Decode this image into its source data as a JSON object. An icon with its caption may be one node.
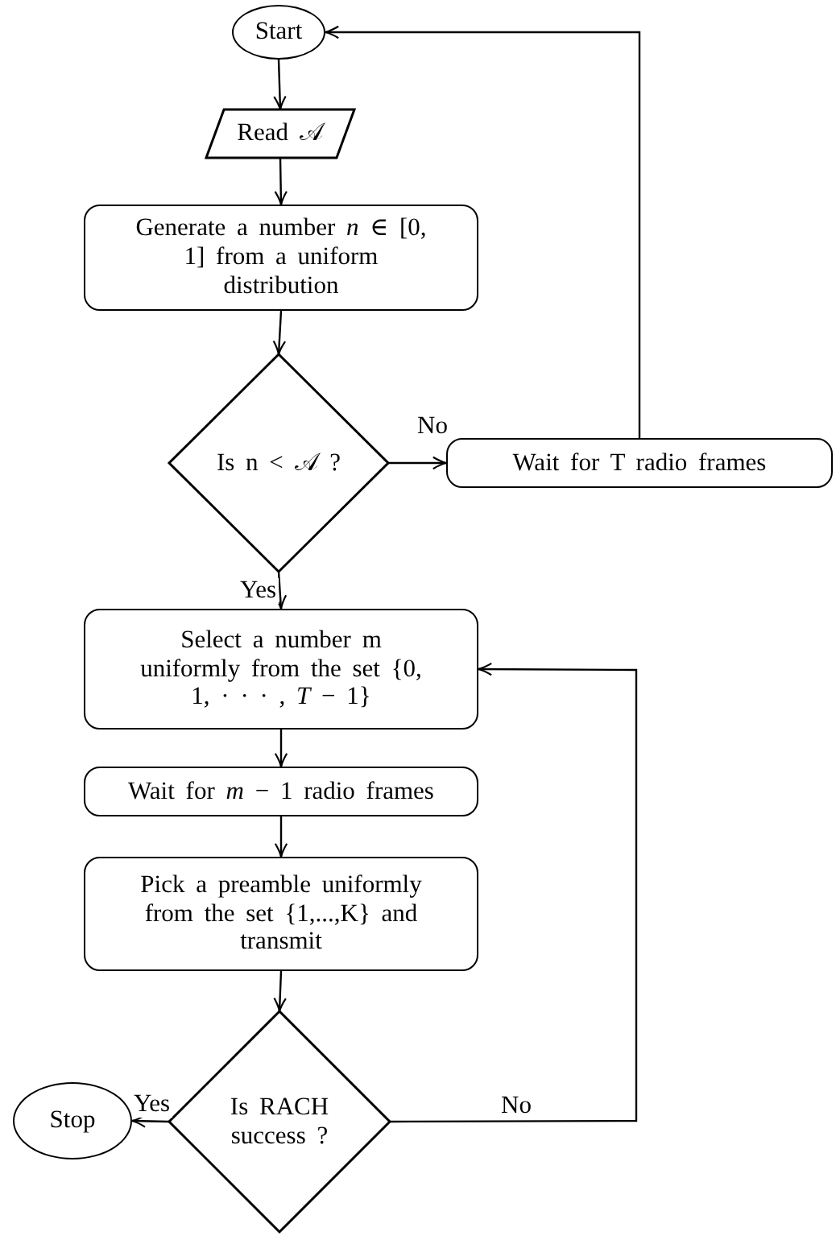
{
  "diagram": {
    "nodes": [
      {
        "text": [
          "Start"
        ]
      },
      {
        "text": [
          "Read 𝒜"
        ]
      },
      {
        "text": [
          "Generate a number *n* ∈ [0, 1] from a uniform distribution"
        ]
      },
      {
        "text": [
          "Is n < 𝒜 ?"
        ]
      },
      {
        "text": [
          "Wait for T radio frames"
        ]
      },
      {
        "text": [
          "Select a number m uniformly from the set {0, 1, · · · , *T* − 1}"
        ]
      },
      {
        "text": [
          "Wait for *m* − 1 radio frames"
        ]
      },
      {
        "text": [
          "Pick a preamble uniformly from the set {1,...,K} and transmit"
        ]
      },
      {
        "text": [
          "Is RACH success ?"
        ]
      },
      {
        "text": [
          "Stop"
        ]
      }
    ],
    "edges": [
      {
        "from": 0,
        "to": 1,
        "arrow": "to"
      },
      {
        "from": 1,
        "to": 2,
        "arrow": "to"
      },
      {
        "from": 2,
        "to": 3,
        "arrow": "to"
      },
      {
        "from": 3,
        "to": 4,
        "arrow": "to",
        "label": "No"
      },
      {
        "from": 4,
        "to": 0,
        "arrow": "to"
      },
      {
        "from": 3,
        "to": 5,
        "arrow": "to",
        "label": "Yes"
      },
      {
        "from": 5,
        "to": 6,
        "arrow": "to"
      },
      {
        "from": 6,
        "to": 7,
        "arrow": "to"
      },
      {
        "from": 7,
        "to": 8,
        "arrow": "to"
      },
      {
        "from": 8,
        "to": 9,
        "arrow": "to",
        "label": "Yes"
      },
      {
        "from": 8,
        "to": 5,
        "arrow": "to",
        "label": "No"
      }
    ]
  }
}
